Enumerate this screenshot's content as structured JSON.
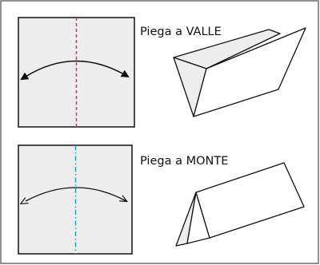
{
  "diagram": {
    "valley_fold": {
      "label": "Piega a VALLE",
      "crease_color": "#e0287a",
      "crease_style": "dashed",
      "arrow_style": "filled"
    },
    "mountain_fold": {
      "label": "Piega a MONTE",
      "crease_color": "#1aa3d9",
      "crease_style": "dash-dot",
      "arrow_style": "open"
    },
    "colors": {
      "paper_fill": "#ededed",
      "outline": "#111111",
      "frame": "#6e6e6e",
      "background": "#ffffff"
    }
  }
}
